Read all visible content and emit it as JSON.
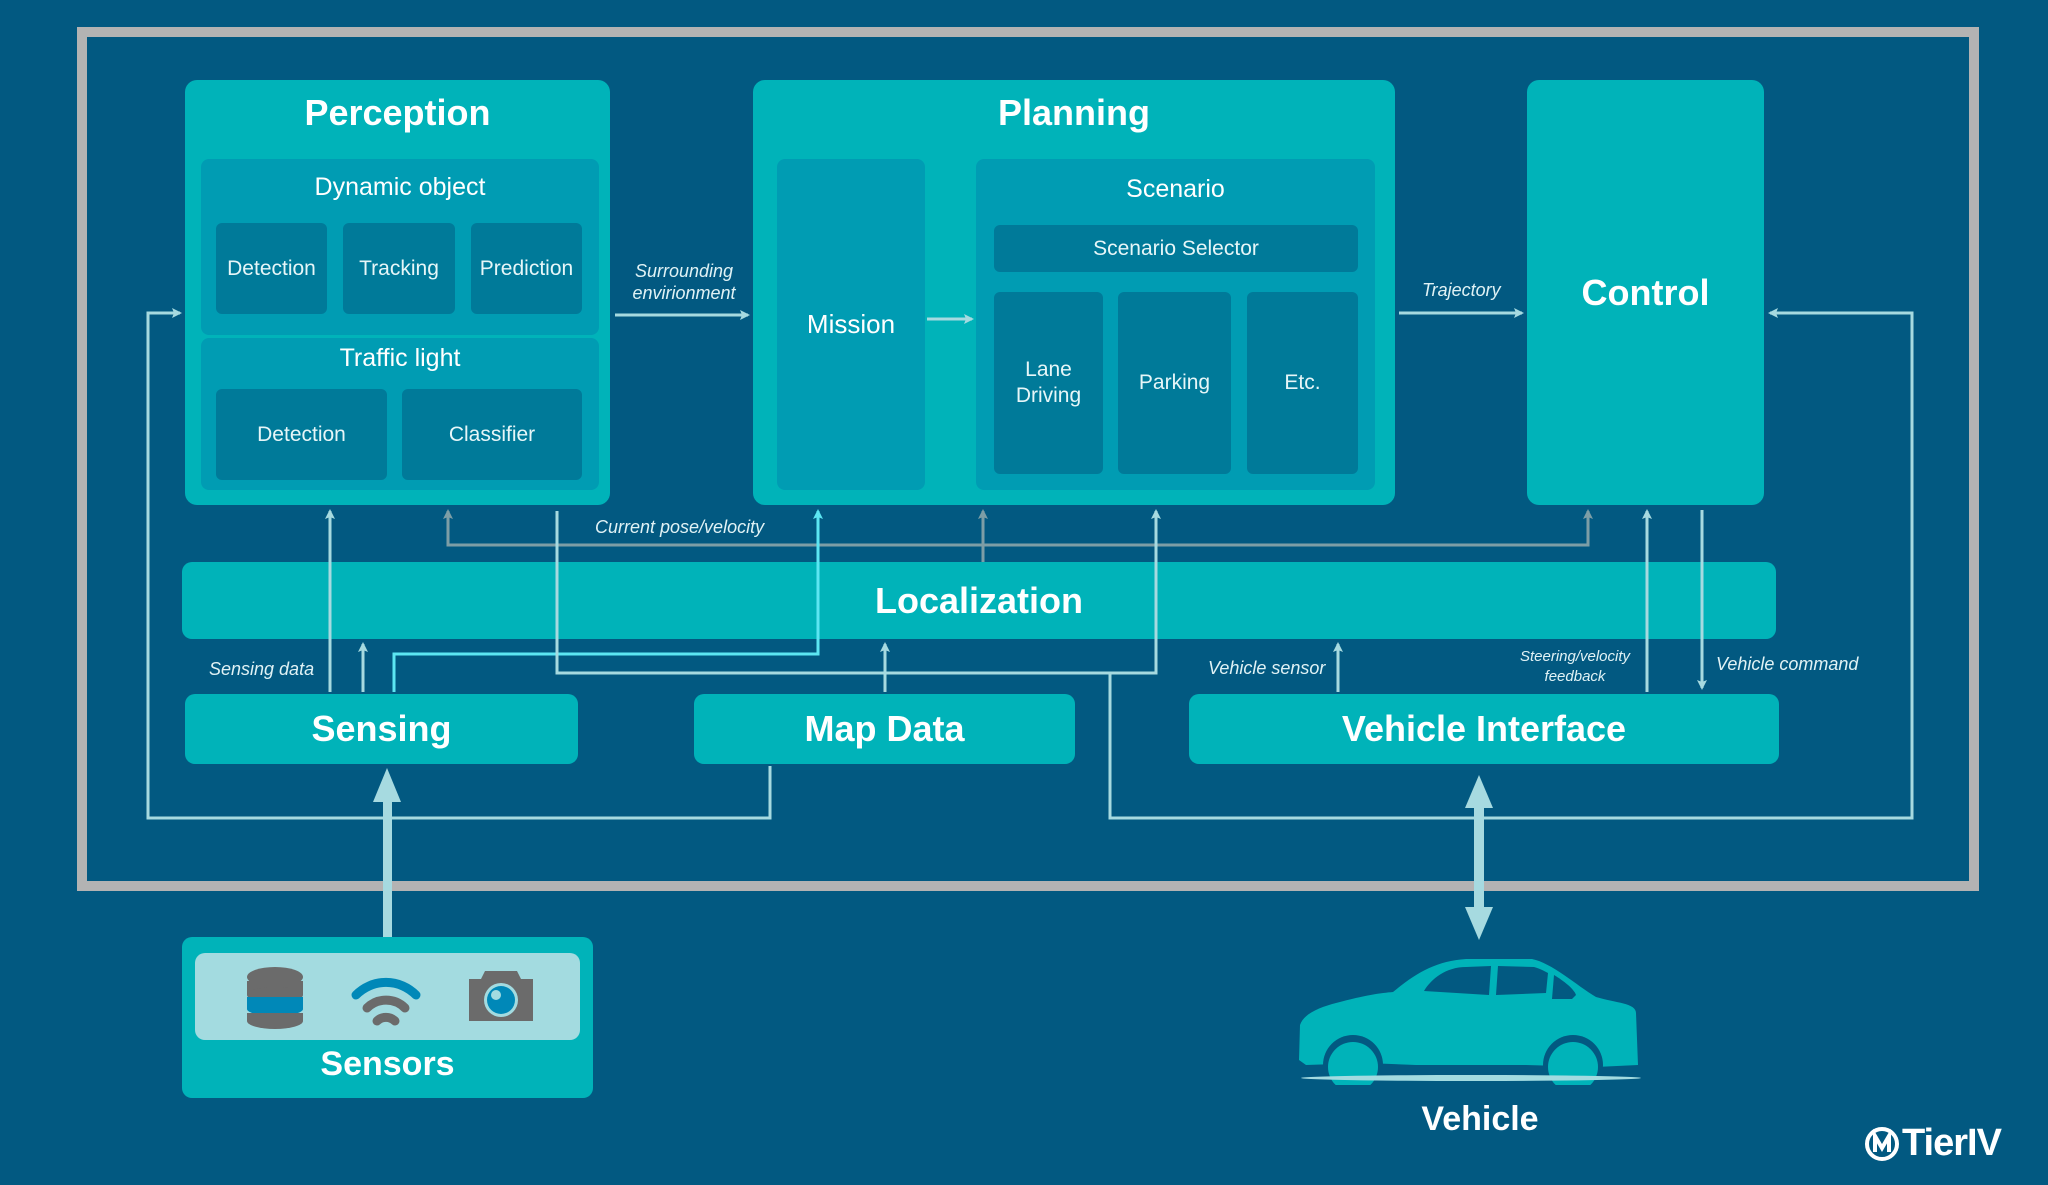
{
  "diagram": {
    "perception": {
      "title": "Perception",
      "dynamic_object": {
        "title": "Dynamic object",
        "items": [
          "Detection",
          "Tracking",
          "Prediction"
        ]
      },
      "traffic_light": {
        "title": "Traffic light",
        "items": [
          "Detection",
          "Classifier"
        ]
      }
    },
    "planning": {
      "title": "Planning",
      "mission": "Mission",
      "scenario": {
        "title": "Scenario",
        "selector": "Scenario Selector",
        "items": [
          "Lane Driving",
          "Parking",
          "Etc."
        ]
      }
    },
    "control": {
      "title": "Control"
    },
    "localization": {
      "title": "Localization"
    },
    "sensing": {
      "title": "Sensing"
    },
    "map_data": {
      "title": "Map Data"
    },
    "vehicle_interface": {
      "title": "Vehicle Interface"
    },
    "sensors": {
      "title": "Sensors",
      "icons": [
        "database-icon",
        "wireless-icon",
        "camera-icon"
      ]
    },
    "vehicle": {
      "title": "Vehicle"
    },
    "edge_labels": {
      "surrounding": "Surrounding envirionment",
      "trajectory": "Trajectory",
      "current_pose": "Current pose/velocity",
      "sensing_data": "Sensing data",
      "vehicle_sensor": "Vehicle sensor",
      "steering_feedback": "Steering/velocity feedback",
      "vehicle_command": "Vehicle command"
    },
    "logo": {
      "text": "TierIV"
    }
  },
  "colors": {
    "background": "#025981",
    "module": "#00b3b9",
    "submodule": "#009cb3",
    "cell": "#007a99",
    "frame": "#b3b3b3",
    "arrow": "#a6dae0",
    "arrow_bright": "#5ce6f2",
    "arrow_gray": "#7d9ea6"
  }
}
